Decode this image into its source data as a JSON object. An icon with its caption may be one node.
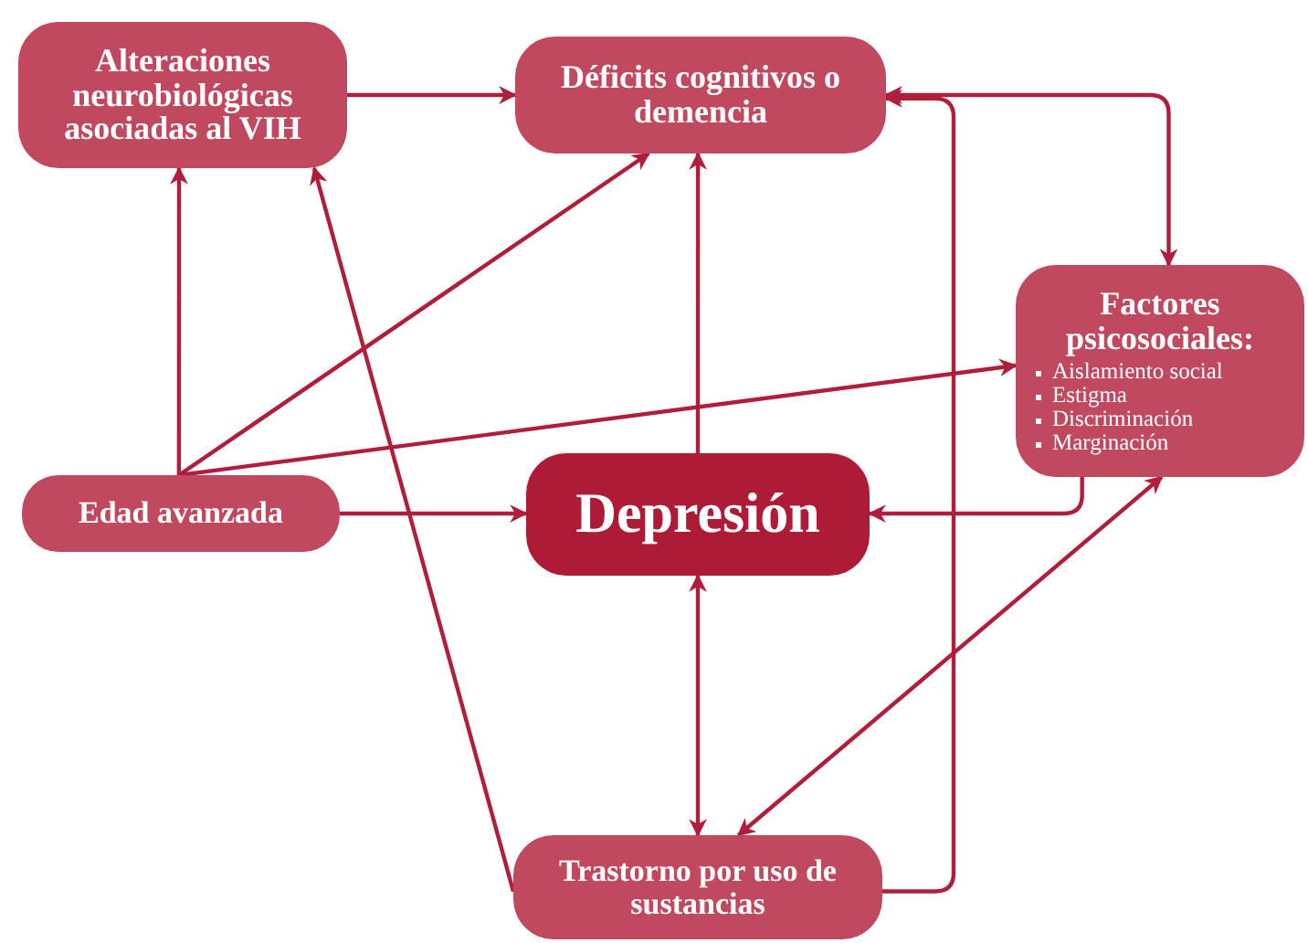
{
  "diagram": {
    "nodes": [
      {
        "text": [
          "Alteraciones neurobiológicas asociadas al VIH"
        ]
      },
      {
        "text": [
          "Déficits cognitivos o demencia"
        ]
      },
      {
        "text": [
          "Factores psicosociales:",
          "Aislamiento social",
          "Estigma",
          "Discriminación",
          "Marginación"
        ]
      },
      {
        "text": [
          "Edad avanzada"
        ]
      },
      {
        "text": [
          "Depresión"
        ]
      },
      {
        "text": [
          "Trastorno por uso de sustancias"
        ]
      }
    ],
    "edges": [
      {
        "from": 0,
        "to": 1,
        "arrow": "to"
      },
      {
        "from": 3,
        "to": 0,
        "arrow": "to"
      },
      {
        "from": 3,
        "to": 1,
        "arrow": "to"
      },
      {
        "from": 3,
        "to": 2,
        "arrow": "to"
      },
      {
        "from": 3,
        "to": 4,
        "arrow": "to"
      },
      {
        "from": 5,
        "to": 0,
        "arrow": "to"
      },
      {
        "from": 4,
        "to": 1,
        "arrow": "to"
      },
      {
        "from": 2,
        "to": 1,
        "arrow": "both"
      },
      {
        "from": 5,
        "to": 1,
        "arrow": "to"
      },
      {
        "from": 2,
        "to": 4,
        "arrow": "to"
      },
      {
        "from": 4,
        "to": 5,
        "arrow": "both"
      },
      {
        "from": 2,
        "to": 5,
        "arrow": "both"
      }
    ]
  }
}
